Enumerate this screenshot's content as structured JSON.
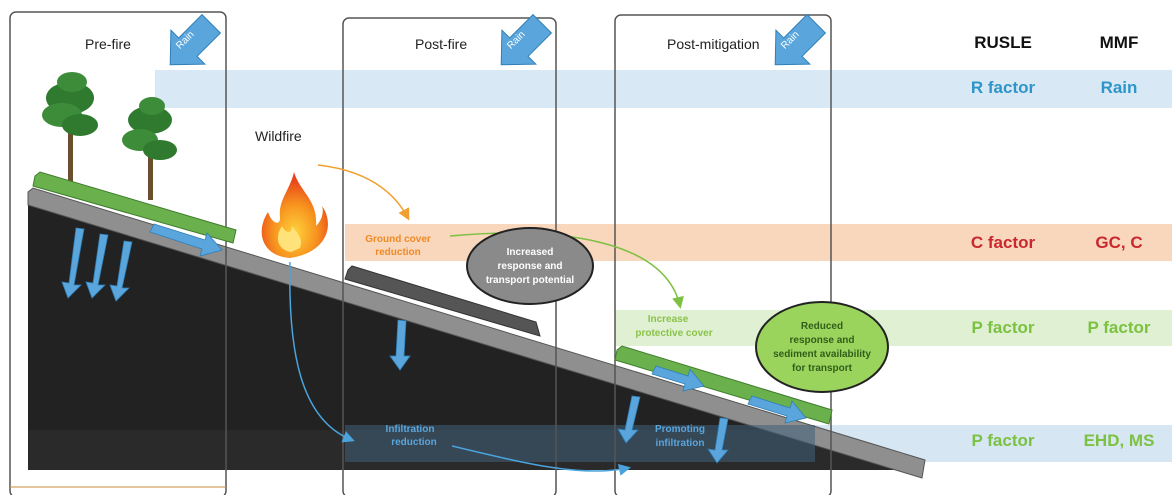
{
  "panels": {
    "pre_fire": "Pre-fire",
    "post_fire": "Post-fire",
    "post_mitigation": "Post-mitigation"
  },
  "rain_label": "Rain",
  "wildfire_label": "Wildfire",
  "columns": {
    "rusle": "RUSLE",
    "mmf": "MMF"
  },
  "factor_rows": [
    {
      "rusle": "R factor",
      "mmf": "Rain",
      "color": "#2e95c8"
    },
    {
      "rusle": "C factor",
      "mmf": "GC, C",
      "color": "#c8282e"
    },
    {
      "rusle": "P factor",
      "mmf": "P factor",
      "color": "#7cc142"
    },
    {
      "rusle": "P factor",
      "mmf": "EHD, MS",
      "color": "#7cc142"
    }
  ],
  "labels": {
    "ground_cover_line1": "Ground cover",
    "ground_cover_line2": "reduction",
    "increase_line1": "Increase",
    "increase_line2": "protective cover",
    "infiltration_line1": "Infiltration",
    "infiltration_line2": "reduction",
    "promoting_line1": "Promoting",
    "promoting_line2": "infiltration"
  },
  "bubbles": {
    "increased": [
      "Increased",
      "response and",
      "transport potential"
    ],
    "reduced": [
      "Reduced",
      "response and",
      "sediment availability",
      "for transport"
    ]
  },
  "colors": {
    "rain_band": "#d8e9f5",
    "ground_band": "#f8d7bd",
    "protective_band": "#dff0d3",
    "infiltration_band": "#d6e6f3",
    "soil": "#222222",
    "slope_surface": "#8f8f8f",
    "vegetation": "#6ab04c",
    "arrow_blue": "#5aa6dc",
    "fire_orange": "#f08a24",
    "bubble_grey": "#8a8a8a",
    "bubble_green": "#9bd45c"
  }
}
